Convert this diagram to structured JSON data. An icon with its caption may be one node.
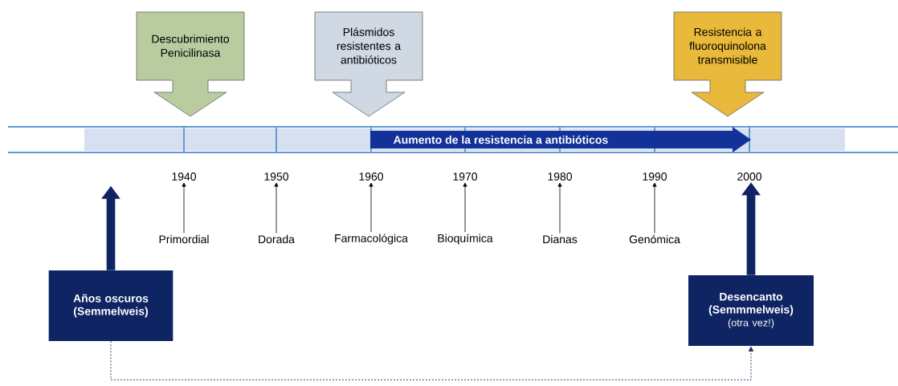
{
  "diagram": {
    "nodes": [
      {
        "text": [
          "Descubrimiento Penicilinasa"
        ]
      },
      {
        "text": [
          "Plásmidos resistentes a antibióticos"
        ]
      },
      {
        "text": [
          "Resistencia a fluoroquinolona transmisible"
        ]
      },
      {
        "text": [],
        "shape": "bar"
      },
      {
        "text": [
          "Aumento de la resistencia a antibióticos"
        ],
        "in": 3
      },
      {
        "text": [
          "1940"
        ]
      },
      {
        "text": [
          "1950"
        ]
      },
      {
        "text": [
          "1960"
        ]
      },
      {
        "text": [
          "1970"
        ]
      },
      {
        "text": [
          "1980"
        ]
      },
      {
        "text": [
          "1990"
        ]
      },
      {
        "text": [
          "2000"
        ]
      },
      {
        "text": [
          "Primordial"
        ]
      },
      {
        "text": [
          "Dorada"
        ]
      },
      {
        "text": [
          "Farmacológica"
        ]
      },
      {
        "text": [
          "Bioquímica"
        ]
      },
      {
        "text": [
          "Dianas"
        ]
      },
      {
        "text": [
          "Genómica"
        ]
      },
      {
        "text": [
          "Años oscuros (Semmelweis)"
        ]
      },
      {
        "text": [
          "Desencanto (Semmmelweis)",
          "(otra vez!)"
        ]
      }
    ],
    "edges": [
      {
        "from": 12,
        "to": 5,
        "arrow": "to"
      },
      {
        "from": 13,
        "to": 6,
        "arrow": "to"
      },
      {
        "from": 14,
        "to": 7,
        "arrow": "to"
      },
      {
        "from": 15,
        "to": 8,
        "arrow": "to"
      },
      {
        "from": 16,
        "to": 9,
        "arrow": "to"
      },
      {
        "from": 17,
        "to": 10,
        "arrow": "to"
      },
      {
        "from": 18,
        "to": null,
        "arrow": "to",
        "style": "thick",
        "color": "#0f2463"
      },
      {
        "from": 19,
        "to": 11,
        "arrow": "to",
        "style": "thick",
        "color": "#0f2463"
      },
      {
        "from": 18,
        "to": 19,
        "arrow": "to",
        "style": "dashed",
        "color": "#1f3864"
      }
    ]
  }
}
